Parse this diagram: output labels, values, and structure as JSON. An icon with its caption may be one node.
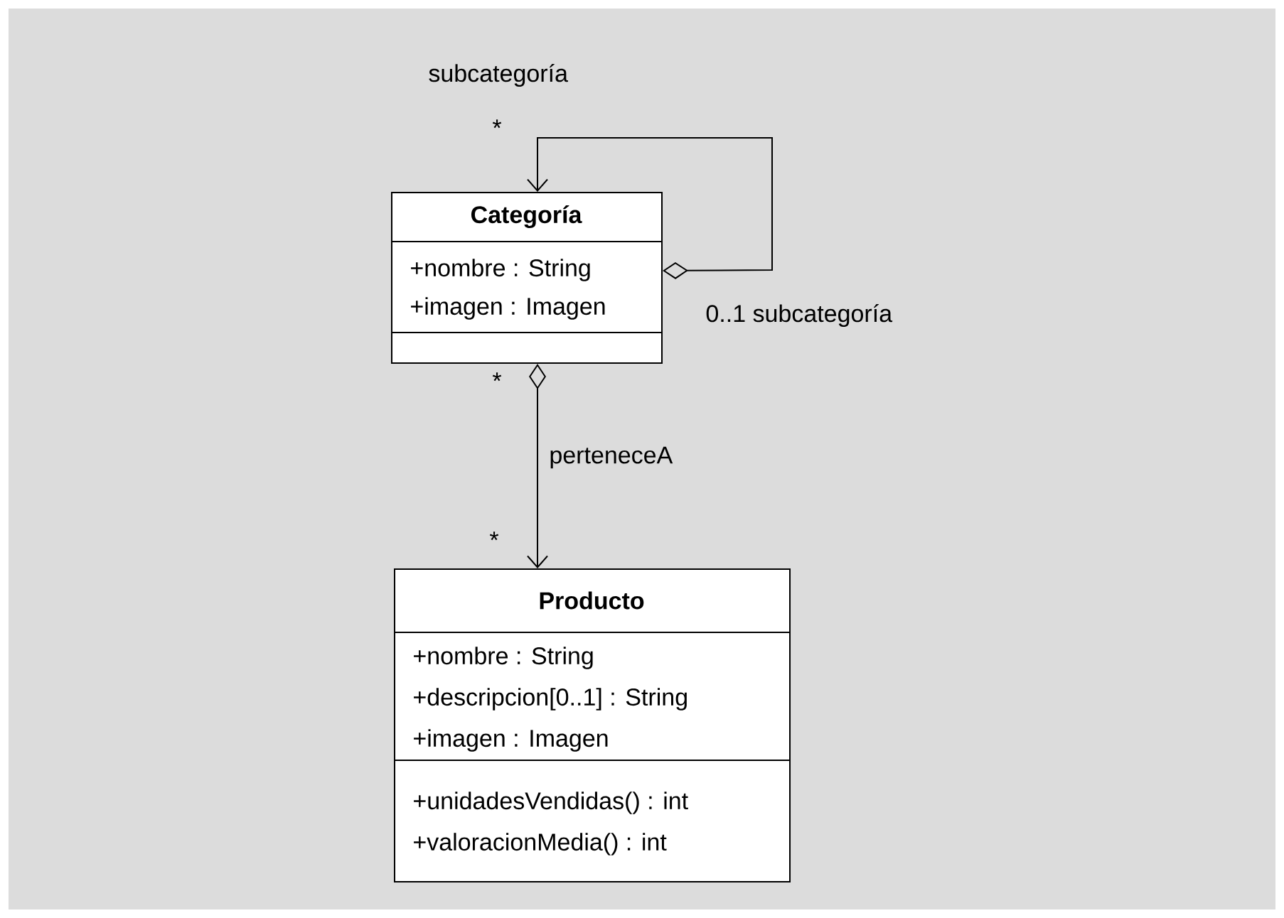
{
  "diagram": {
    "nodes": [
      {
        "text": [
          "Categoría",
          "+nombre : String",
          "+imagen : Imagen"
        ]
      },
      {
        "text": [
          "Producto",
          "+nombre : String",
          "+descripcion[0..1] : String",
          "+imagen : Imagen",
          "+unidadesVendidas() : int",
          "+valoracionMedia() : int"
        ]
      }
    ],
    "edges": [
      {
        "from": 0,
        "to": 0,
        "arrow": "to"
      },
      {
        "from": 0,
        "to": 1,
        "arrow": "to",
        "label": "perteneceA"
      }
    ],
    "labels": [
      "subcategoría",
      "*",
      "0..1 subcategoría",
      "*",
      "*"
    ]
  }
}
